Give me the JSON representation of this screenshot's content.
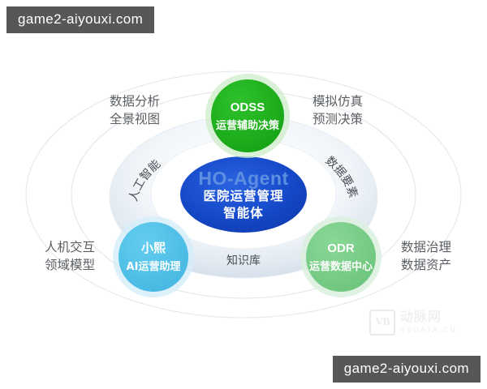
{
  "watermarks": {
    "top_chip": "game2-aiyouxi.com",
    "bottom_chip": "game2-aiyouxi.com",
    "vbdata_logo": "VB",
    "vbdata_cn": "动脉网",
    "vbdata_en": "VBDATA.CN"
  },
  "core": {
    "ghost_label": "HO-Agent",
    "title_line1": "医院运营管理",
    "title_line2": "智能体",
    "color": "#1549C9"
  },
  "ring_labels": {
    "left": "人工智能",
    "right": "数据要素",
    "bottom": "知识库"
  },
  "nodes": [
    {
      "id": "odss",
      "en": "ODSS",
      "cn": "运营辅助决策",
      "color": "#18A818",
      "halo": "#c9ecc4"
    },
    {
      "id": "xiaoxi",
      "en": "小熙",
      "cn": "AI运营助理",
      "color": "#4FC0E8",
      "halo": "#cfeaf6"
    },
    {
      "id": "odr",
      "en": "ODR",
      "cn": "运营数据中心",
      "color": "#76CC84",
      "halo": "#d7efdb"
    }
  ],
  "outer_labels": [
    {
      "id": "top-left",
      "line1": "数据分析",
      "line2": "全景视图"
    },
    {
      "id": "top-right",
      "line1": "模拟仿真",
      "line2": "预测决策"
    },
    {
      "id": "bottom-left",
      "line1": "人机交互",
      "line2": "领域模型"
    },
    {
      "id": "bottom-right",
      "line1": "数据治理",
      "line2": "数据资产"
    }
  ]
}
